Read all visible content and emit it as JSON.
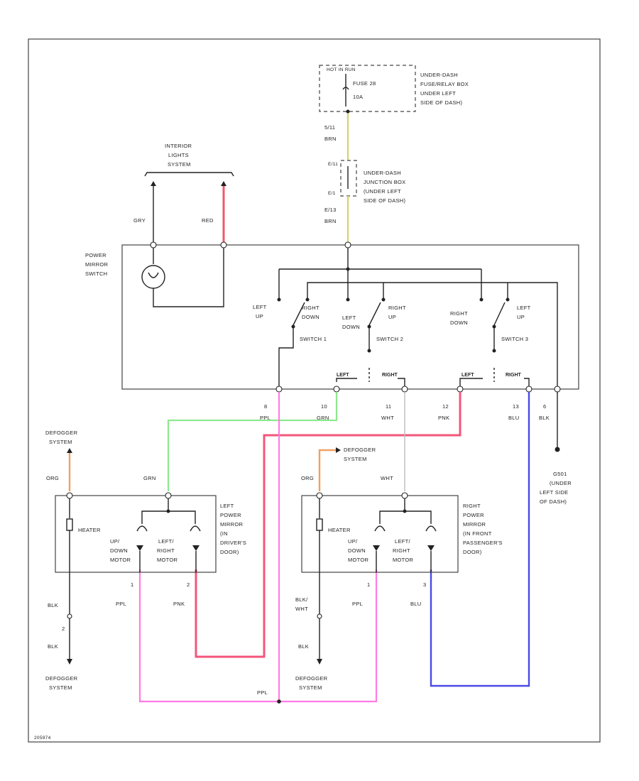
{
  "hot_bar": "HOT IN RUN",
  "fuse_box": {
    "l1": "UNDER-DASH",
    "l2": "FUSE/RELAY BOX",
    "l3": "UNDER LEFT",
    "l4": "SIDE OF DASH)"
  },
  "fuse": {
    "name": "FUSE 28",
    "rating": "10A"
  },
  "fuse_out": {
    "pin": "5/11",
    "color": "BRN"
  },
  "junction": {
    "pin_top": "E/11",
    "pin_bot": "E/1",
    "l1": "UNDER-DASH",
    "l2": "JUNCTION BOX",
    "l3": "(UNDER LEFT",
    "l4": "SIDE OF DASH)"
  },
  "junction_out": {
    "pin": "E/13",
    "color": "BRN"
  },
  "interior": {
    "l1": "INTERIOR",
    "l2": "LIGHTS",
    "l3": "SYSTEM"
  },
  "wire_gry": "GRY",
  "wire_red": "RED",
  "power_switch": {
    "l1": "POWER",
    "l2": "MIRROR",
    "l3": "SWITCH"
  },
  "switch1": {
    "name": "SWITCH 1",
    "a1": "LEFT",
    "a2": "UP",
    "b1": "RIGHT",
    "b2": "DOWN"
  },
  "switch2": {
    "name": "SWITCH 2",
    "a1": "LEFT",
    "a2": "DOWN",
    "b1": "RIGHT",
    "b2": "UP"
  },
  "switch3": {
    "name": "SWITCH 3",
    "a1": "RIGHT",
    "a2": "DOWN",
    "b1": "LEFT",
    "b2": "UP"
  },
  "sel_left": "LEFT",
  "sel_right": "RIGHT",
  "pin_ppl": {
    "pin": "8",
    "color": "PPL"
  },
  "pin_grn": {
    "pin": "10",
    "color": "GRN"
  },
  "pin_wht": {
    "pin": "11",
    "color": "WHT"
  },
  "pin_pnk": {
    "pin": "12",
    "color": "PNK"
  },
  "pin_blu": {
    "pin": "13",
    "color": "BLU"
  },
  "pin_blk": {
    "pin": "6",
    "color": "BLK"
  },
  "ground": {
    "name": "G501",
    "l1": "(UNDER",
    "l2": "LEFT SIDE",
    "l3": "OF DASH)"
  },
  "defog_left_top": {
    "l1": "DEFOGGER",
    "l2": "SYSTEM"
  },
  "defog_right_top": {
    "l1": "DEFOGGER",
    "l2": "SYSTEM"
  },
  "wire_org_left": "ORG",
  "wire_org_right": "ORG",
  "wire_grn_left": "GRN",
  "wire_wht_right": "WHT",
  "left_mirror": {
    "heater": "HEATER",
    "m1a": "UP/",
    "m1b": "DOWN",
    "m1c": "MOTOR",
    "m2a": "LEFT/",
    "m2b": "RIGHT",
    "m2c": "MOTOR",
    "t1": "LEFT",
    "t2": "POWER",
    "t3": "MIRROR",
    "t4": "(IN",
    "t5": "DRIVER'S",
    "t6": "DOOR)"
  },
  "right_mirror": {
    "heater": "HEATER",
    "m1a": "UP/",
    "m1b": "DOWN",
    "m1c": "MOTOR",
    "m2a": "LEFT/",
    "m2b": "RIGHT",
    "m2c": "MOTOR",
    "t1": "RIGHT",
    "t2": "POWER",
    "t3": "MIRROR",
    "t4": "(IN FRONT",
    "t5": "PASSENGER'S",
    "t6": "DOOR)"
  },
  "lm_pin1": {
    "pin": "1",
    "color": "PPL"
  },
  "lm_pin2": {
    "pin": "2",
    "color": "PNK"
  },
  "rm_pin1": {
    "pin": "1",
    "color": "PPL"
  },
  "rm_pin3": {
    "pin": "3",
    "color": "BLU"
  },
  "left_heater_out": {
    "c1": "BLK",
    "pin": "2",
    "c2": "BLK"
  },
  "right_heater_out": {
    "c1": "BLK/",
    "c1b": "WHT",
    "c2": "BLK"
  },
  "defog_left_bot": {
    "l1": "DEFOGGER",
    "l2": "SYSTEM"
  },
  "defog_right_bot": {
    "l1": "DEFOGGER",
    "l2": "SYSTEM"
  },
  "splice_ppl": "PPL",
  "figure_id": "205974",
  "colors": {
    "yellow": "#d8d27a",
    "red": "#f05a6a",
    "green": "#8ee88e",
    "pink": "#ff7be6",
    "pink_wire": "#f3557a",
    "blue": "#4a4ae6",
    "orange": "#f0a060"
  }
}
